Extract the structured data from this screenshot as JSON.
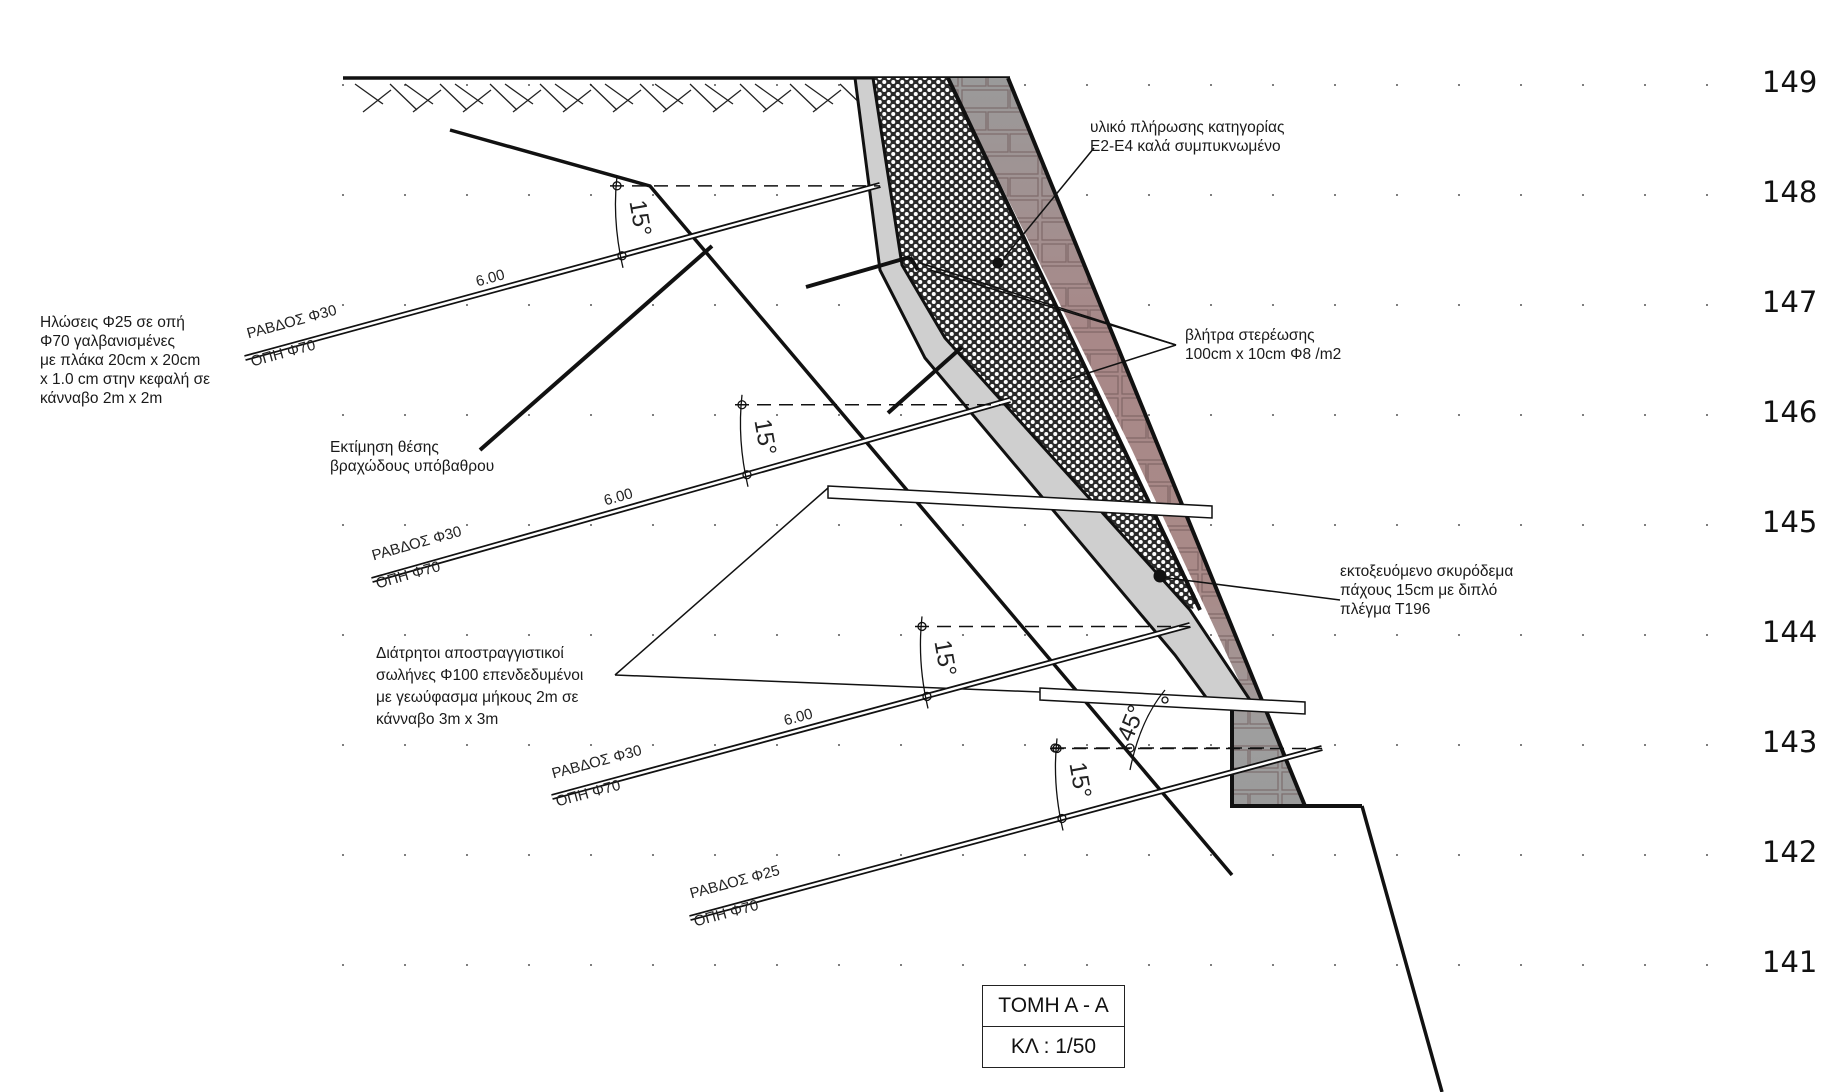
{
  "section_title": "ΤΟΜΗ Α - Α",
  "scale_label": "ΚΛ : 1/50",
  "elevations": [
    "149",
    "148",
    "147",
    "146",
    "145",
    "144",
    "143",
    "142",
    "141"
  ],
  "notes": {
    "soil_nails": [
      "Ηλώσεις Φ25 σε οπή",
      "Φ70 γαλβανισμένες",
      "με πλάκα 20cm x 20cm",
      "x 1.0 cm στην κεφαλή σε",
      "κάνναβο 2m x 2m"
    ],
    "fill_material": [
      "υλικό πλήρωσης κατηγορίας",
      "Ε2-Ε4 καλά συμπυκνωμένο"
    ],
    "anchor_bolts": [
      "βλήτρα στερέωσης",
      "100cm x 10cm Φ8 /m2"
    ],
    "bedrock": [
      "Εκτίμηση θέσης",
      "βραχώδους υπόβαθρου"
    ],
    "shotcrete": [
      "εκτοξευόμενο σκυρόδεμα",
      "πάχους 15cm με διπλό",
      "πλέγμα Τ196"
    ],
    "drains": [
      "Διάτρητοι αποστραγγιστικοί",
      "σωλήνες Φ100 επενδεδυμένοι",
      "με γεωύφασμα μήκους 2m σε",
      "κάνναβο 3m x 3m"
    ]
  },
  "nails": [
    {
      "rod": "ΡΑΒΔΟΣ  Φ30",
      "hole": "ΟΠΗ  Φ70",
      "length": "6.00",
      "angle": "15°"
    },
    {
      "rod": "ΡΑΒΔΟΣ  Φ30",
      "hole": "ΟΠΗ  Φ70",
      "length": "6.00",
      "angle": "15°"
    },
    {
      "rod": "ΡΑΒΔΟΣ  Φ30",
      "hole": "ΟΠΗ  Φ70",
      "length": "6.00",
      "angle": "15°"
    },
    {
      "rod": "ΡΑΒΔΟΣ  Φ25",
      "hole": "ΟΠΗ  Φ70",
      "length": "",
      "angle": "15°"
    }
  ],
  "drain_angle": "45°",
  "colors": {
    "line": "#111111",
    "shotcrete": "#cfcfcf",
    "fill_hatch": "#2a2a2a",
    "wall_top": "#9a9a9a",
    "wall_mid": "#a98a88",
    "wall_bottom": "#9c9c9c",
    "block_lines": "#6b5454"
  }
}
